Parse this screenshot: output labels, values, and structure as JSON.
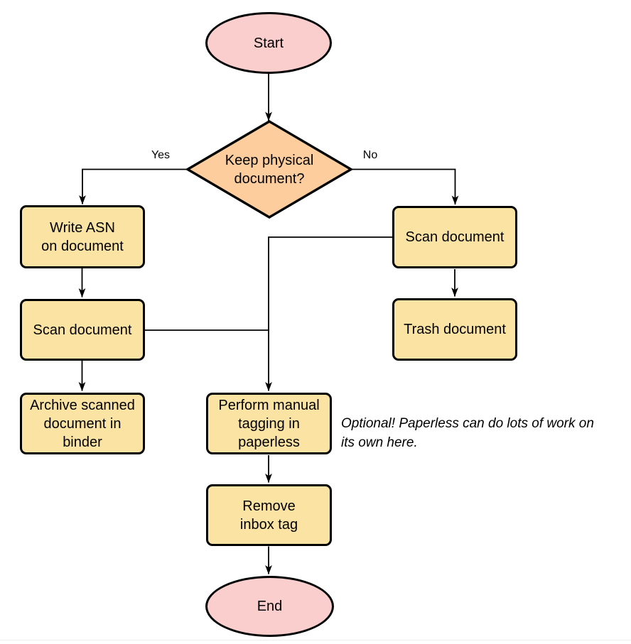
{
  "colors": {
    "background": "#ffffff",
    "terminal_fill": "#F9CECD",
    "decision_fill": "#FECD9E",
    "process_fill": "#FBE3A3",
    "stroke": "#000000",
    "bottom_rule": "#ECECEC"
  },
  "nodes": {
    "start": {
      "type": "terminal",
      "label": "Start"
    },
    "decision": {
      "type": "decision",
      "label": "Keep physical\ndocument?"
    },
    "write_asn": {
      "type": "process",
      "label": "Write ASN\non document"
    },
    "scan_left": {
      "type": "process",
      "label": "Scan document"
    },
    "archive": {
      "type": "process",
      "label": "Archive scanned\ndocument in\nbinder"
    },
    "scan_right": {
      "type": "process",
      "label": "Scan document"
    },
    "trash": {
      "type": "process",
      "label": "Trash document"
    },
    "tagging": {
      "type": "process",
      "label": "Perform manual\ntagging in\npaperless"
    },
    "remove_inbox": {
      "type": "process",
      "label": "Remove\ninbox tag"
    },
    "end": {
      "type": "terminal",
      "label": "End"
    }
  },
  "edge_labels": {
    "yes": "Yes",
    "no": "No"
  },
  "note": {
    "text": "Optional! Paperless can do lots of work on\nits own here."
  },
  "edges": [
    {
      "from": "start",
      "to": "decision",
      "label": ""
    },
    {
      "from": "decision",
      "to": "write_asn",
      "label": "Yes"
    },
    {
      "from": "decision",
      "to": "scan_right",
      "label": "No"
    },
    {
      "from": "write_asn",
      "to": "scan_left",
      "label": ""
    },
    {
      "from": "scan_left",
      "to": "archive",
      "label": ""
    },
    {
      "from": "scan_right",
      "to": "trash",
      "label": ""
    },
    {
      "from": "scan_right",
      "to": "tagging",
      "label": ""
    },
    {
      "from": "scan_left",
      "to": "tagging",
      "label": ""
    },
    {
      "from": "tagging",
      "to": "remove_inbox",
      "label": ""
    },
    {
      "from": "remove_inbox",
      "to": "end",
      "label": ""
    }
  ]
}
